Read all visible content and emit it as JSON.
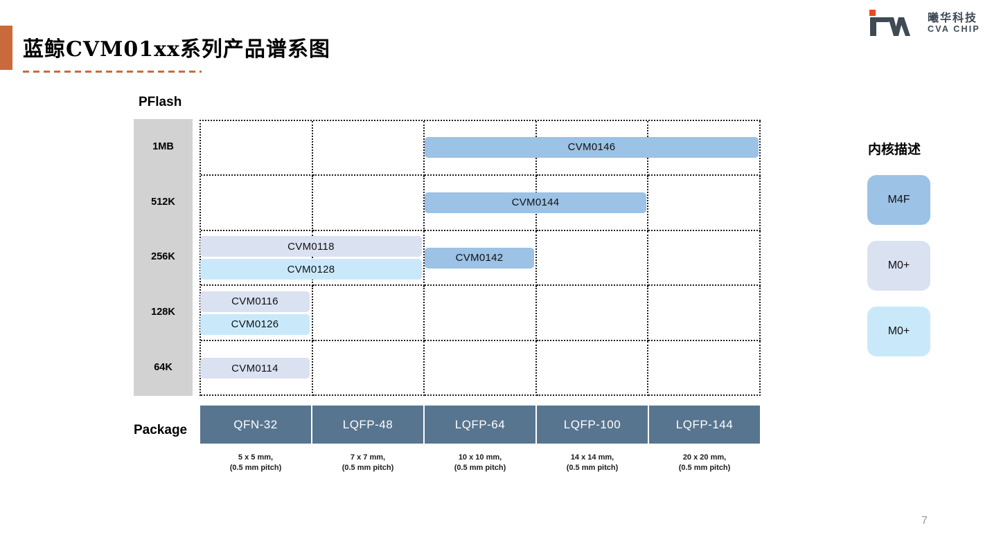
{
  "slide": {
    "title": "蓝鲸CVM01xx系列产品谱系图",
    "page_number": "7"
  },
  "logo": {
    "company_cn": "曦华科技",
    "company_en": "CVA CHIP"
  },
  "axes": {
    "y_axis_label": "PFlash",
    "x_axis_label": "Package"
  },
  "legend": {
    "title": "内核描述",
    "items": [
      {
        "label": "M4F",
        "color": "#9CC2E5"
      },
      {
        "label": "M0+",
        "color": "#DAE1F1"
      },
      {
        "label": "M0+",
        "color": "#C9E9FB"
      }
    ]
  },
  "chart_data": {
    "type": "table",
    "title": "蓝鲸CVM01xx系列产品谱系图",
    "rows": [
      "1MB",
      "512K",
      "256K",
      "128K",
      "64K"
    ],
    "columns": [
      "QFN-32",
      "LQFP-48",
      "LQFP-64",
      "LQFP-100",
      "LQFP-144"
    ],
    "column_sizes": [
      [
        "5 x 5 mm,",
        "(0.5 mm pitch)"
      ],
      [
        "7 x 7 mm,",
        "(0.5 mm pitch)"
      ],
      [
        "10 x 10 mm,",
        "(0.5 mm pitch)"
      ],
      [
        "14 x 14 mm,",
        "(0.5 mm pitch)"
      ],
      [
        "20 x 20 mm,",
        "(0.5 mm pitch)"
      ]
    ],
    "bars": [
      {
        "name": "CVM0146",
        "core": 0,
        "row": 0,
        "col_start": 2,
        "col_end": 4,
        "stack": 0,
        "stack_count": 1
      },
      {
        "name": "CVM0144",
        "core": 0,
        "row": 1,
        "col_start": 2,
        "col_end": 3,
        "stack": 0,
        "stack_count": 1
      },
      {
        "name": "CVM0118",
        "core": 1,
        "row": 2,
        "col_start": 0,
        "col_end": 1,
        "stack": 0,
        "stack_count": 2
      },
      {
        "name": "CVM0128",
        "core": 2,
        "row": 2,
        "col_start": 0,
        "col_end": 1,
        "stack": 1,
        "stack_count": 2
      },
      {
        "name": "CVM0142",
        "core": 0,
        "row": 2,
        "col_start": 2,
        "col_end": 2,
        "stack": 0,
        "stack_count": 1
      },
      {
        "name": "CVM0116",
        "core": 1,
        "row": 3,
        "col_start": 0,
        "col_end": 0,
        "stack": 0,
        "stack_count": 2
      },
      {
        "name": "CVM0126",
        "core": 2,
        "row": 3,
        "col_start": 0,
        "col_end": 0,
        "stack": 1,
        "stack_count": 2
      },
      {
        "name": "CVM0114",
        "core": 1,
        "row": 4,
        "col_start": 0,
        "col_end": 0,
        "stack": 0,
        "stack_count": 1
      }
    ],
    "legend_entries": [
      "M4F",
      "M0+",
      "M0+"
    ],
    "grid": "dotted"
  },
  "colors": {
    "accent_orange": "#C96A3D",
    "logo_orange": "#E84A1D",
    "logo_dark": "#3E4A54",
    "package_bar": "#58758F",
    "y_band_gray": "#D2D2D2"
  }
}
